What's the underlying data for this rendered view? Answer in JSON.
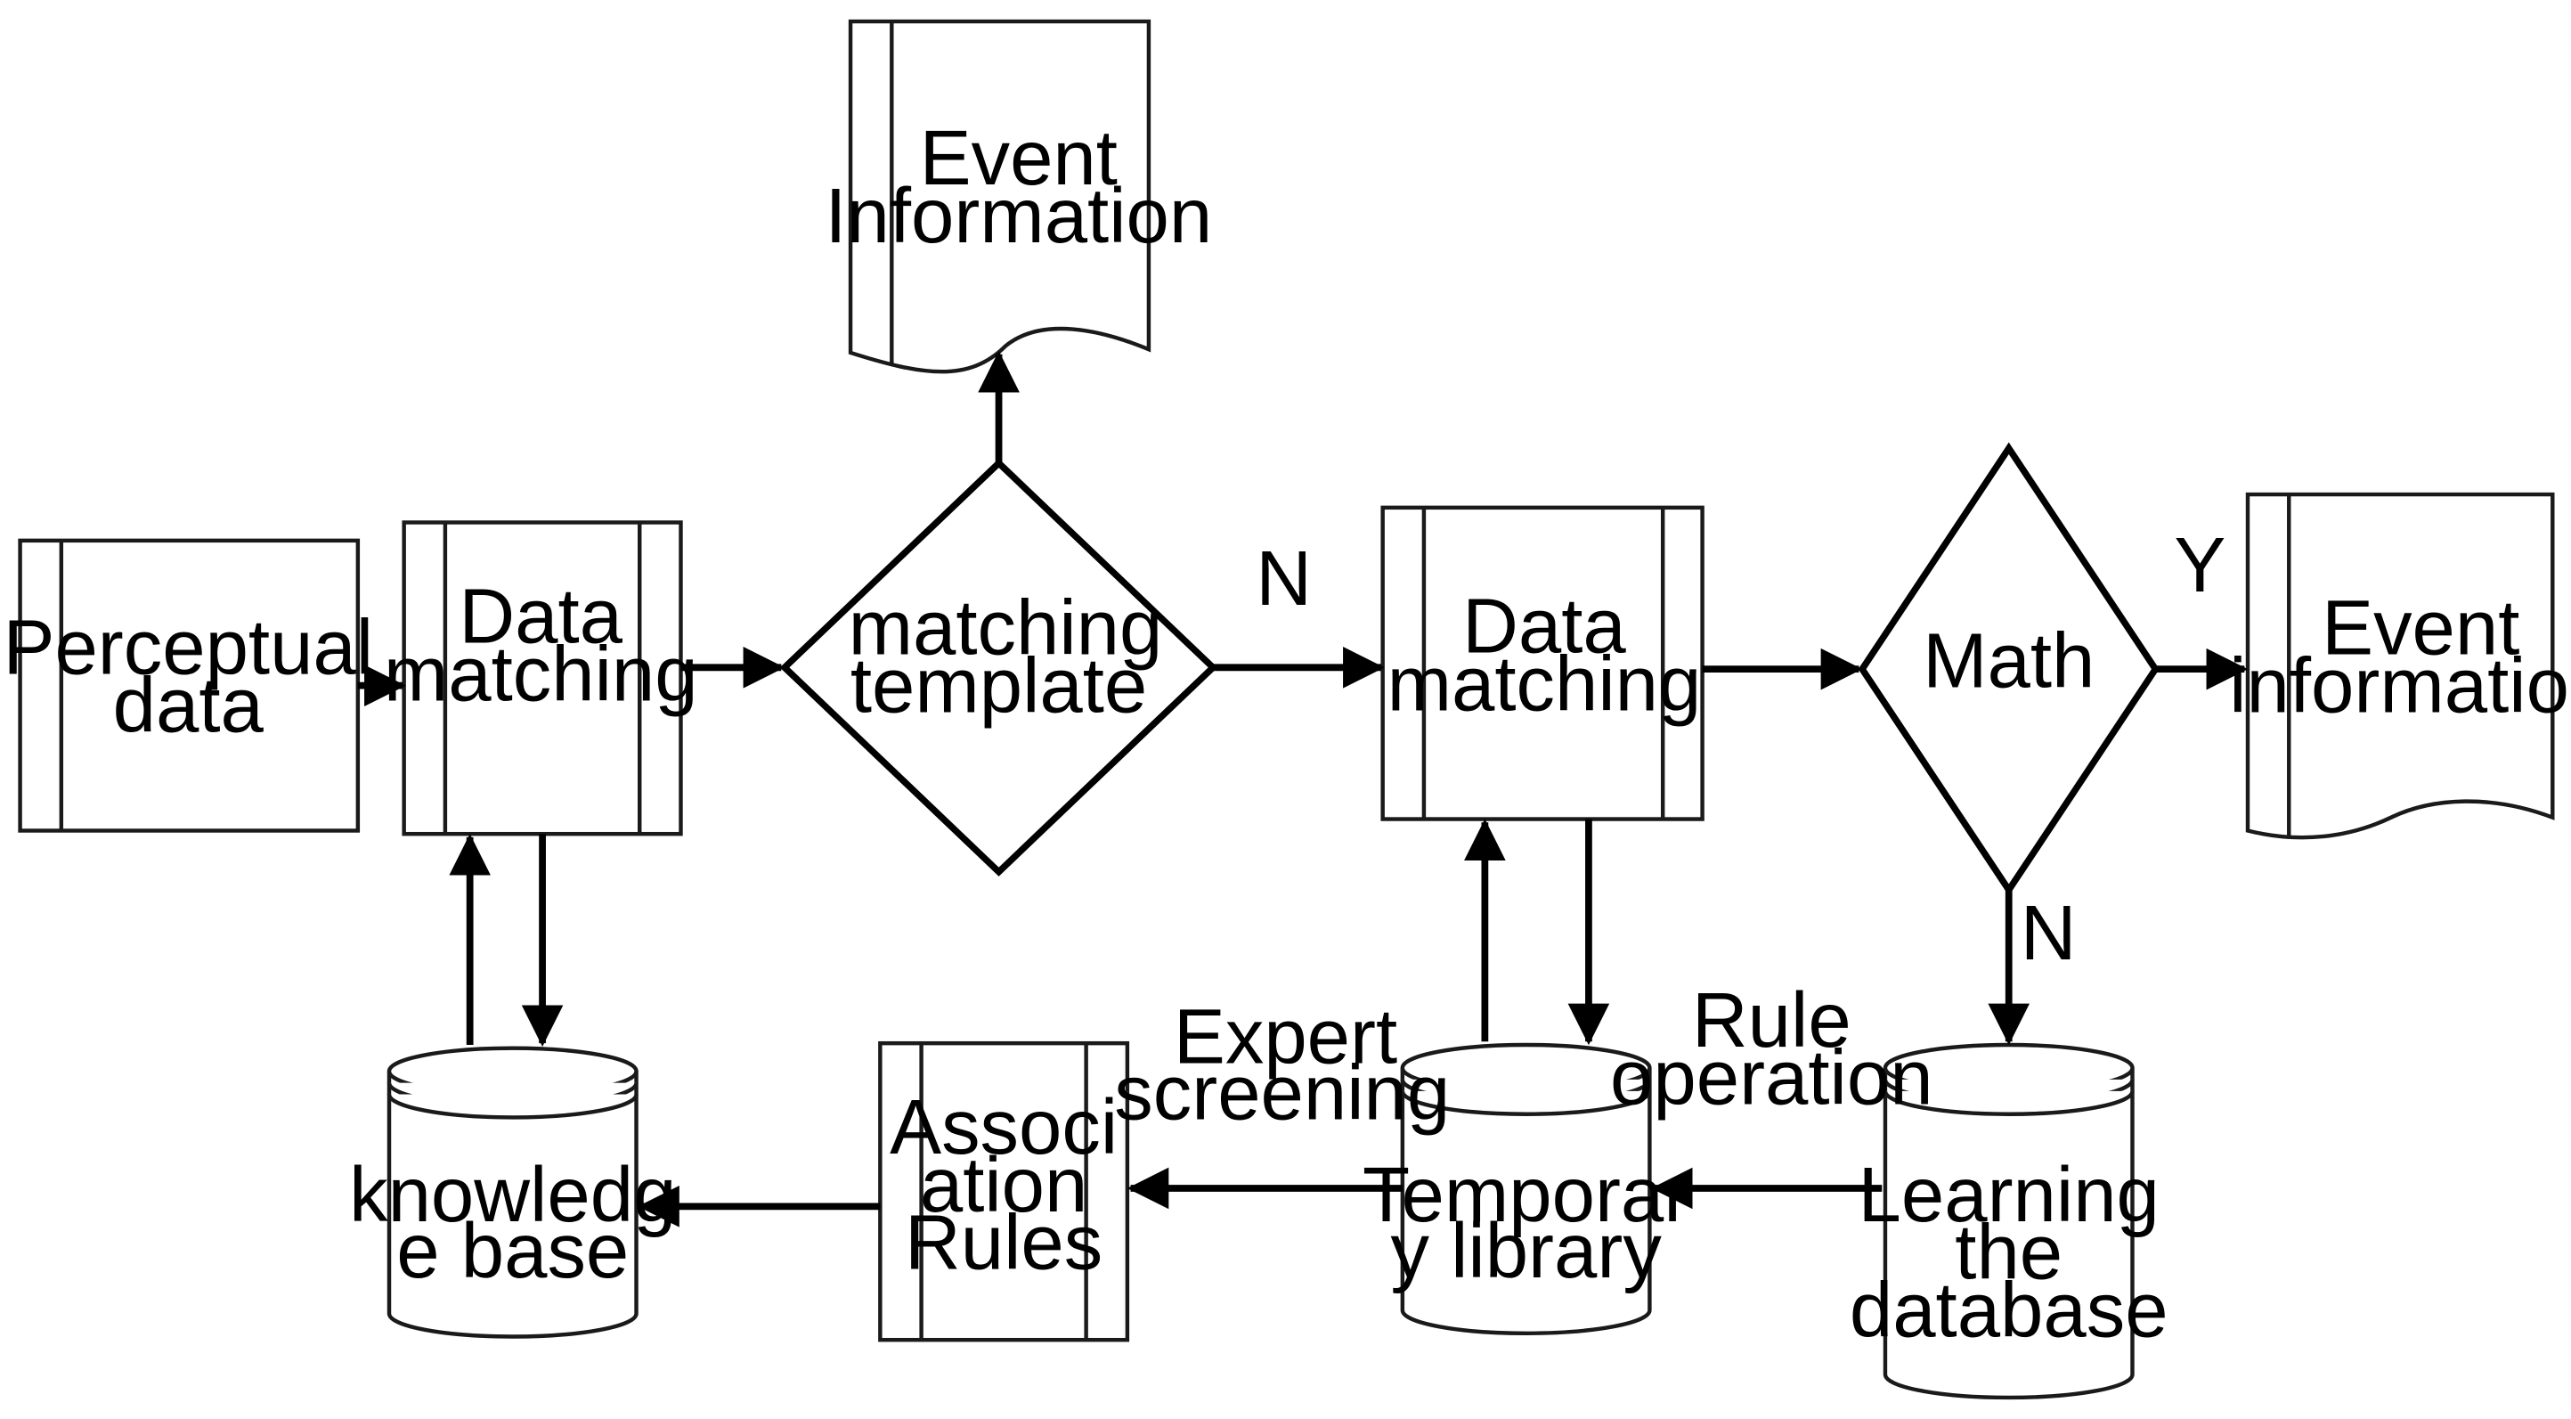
{
  "nodes": {
    "perceptual": [
      "Perceptual",
      "data"
    ],
    "matching1": [
      "Data",
      "matching"
    ],
    "template": [
      "matching",
      "template"
    ],
    "event_top": [
      "Event",
      "Information"
    ],
    "matching2": [
      "Data",
      "matching"
    ],
    "math": [
      "Math"
    ],
    "event_right": [
      "Event",
      "information"
    ],
    "knowledge": [
      "knowledg",
      "e base"
    ],
    "association": [
      "Associ",
      "ation",
      "Rules"
    ],
    "temporary": [
      "Temporar",
      "y library"
    ],
    "learning": [
      "Learning",
      "the",
      "database"
    ]
  },
  "edge_labels": {
    "template_no": "N",
    "math_yes": "Y",
    "math_no": "N",
    "expert": [
      "Expert",
      "screening"
    ],
    "rule": [
      "Rule",
      "operation"
    ]
  }
}
